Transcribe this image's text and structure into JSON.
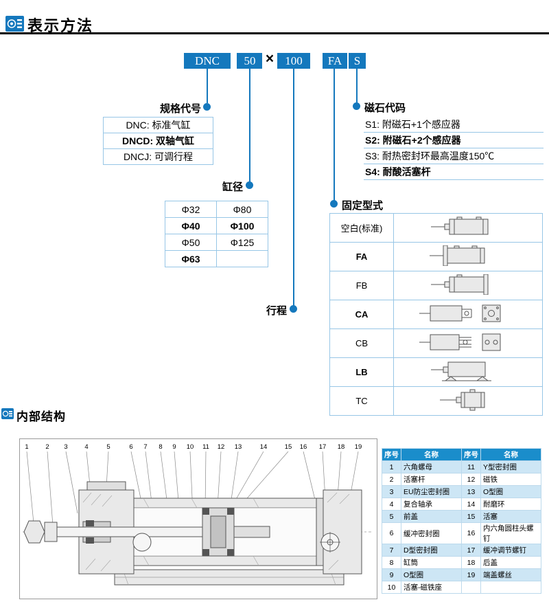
{
  "header": {
    "title": "表示方法"
  },
  "section2": {
    "title": "内部结构"
  },
  "model_code": {
    "series": "DNC",
    "bore": "50",
    "times": "×",
    "stroke": "100",
    "mounting": "FA",
    "magnet": "S"
  },
  "spec_code": {
    "label": "规格代号",
    "rows": [
      "DNC: 标准气缸",
      "DNCD: 双轴气缸",
      "DNCJ: 可调行程"
    ]
  },
  "bore": {
    "label": "缸径",
    "rows": [
      [
        "Φ32",
        "Φ80"
      ],
      [
        "Φ40",
        "Φ100"
      ],
      [
        "Φ50",
        "Φ125"
      ],
      [
        "Φ63",
        ""
      ]
    ]
  },
  "stroke": {
    "label": "行程"
  },
  "magnet": {
    "label": "磁石代码",
    "rows": [
      "S1: 附磁石+1个感应器",
      "S2: 附磁石+2个感应器",
      "S3: 耐热密封环最高温度150℃",
      "S4: 耐酸活塞杆"
    ]
  },
  "mounting": {
    "label": "固定型式",
    "rows": [
      "空白(标准)",
      "FA",
      "FB",
      "CA",
      "CB",
      "LB",
      "TC"
    ]
  },
  "parts_table": {
    "headers": [
      "序号",
      "名称",
      "序号",
      "名称"
    ],
    "rows": [
      [
        "1",
        "六角螺母",
        "11",
        "Y型密封圈"
      ],
      [
        "2",
        "活塞杆",
        "12",
        "磁铁"
      ],
      [
        "3",
        "EU防尘密封圈",
        "13",
        "O型圈"
      ],
      [
        "4",
        "复合轴承",
        "14",
        "耐磨环"
      ],
      [
        "5",
        "前盖",
        "15",
        "活塞"
      ],
      [
        "6",
        "缓冲密封圈",
        "16",
        "内六角圆柱头螺钉"
      ],
      [
        "7",
        "D型密封圈",
        "17",
        "缓冲调节螺钉"
      ],
      [
        "8",
        "缸筒",
        "18",
        "后盖"
      ],
      [
        "9",
        "O型圈",
        "19",
        "端盖螺丝"
      ],
      [
        "10",
        "活塞-磁铁座",
        "",
        ""
      ]
    ]
  },
  "diagram": {
    "callouts": [
      "1",
      "2",
      "3",
      "4",
      "5",
      "6",
      "7",
      "8",
      "9",
      "10",
      "11",
      "12",
      "13",
      "14",
      "15",
      "16",
      "17",
      "18",
      "19"
    ]
  },
  "colors": {
    "accent": "#1478bd",
    "table_border": "#97c6e6",
    "parts_header_bg": "#1a8dcb",
    "parts_row_alt": "#cde6f5"
  }
}
